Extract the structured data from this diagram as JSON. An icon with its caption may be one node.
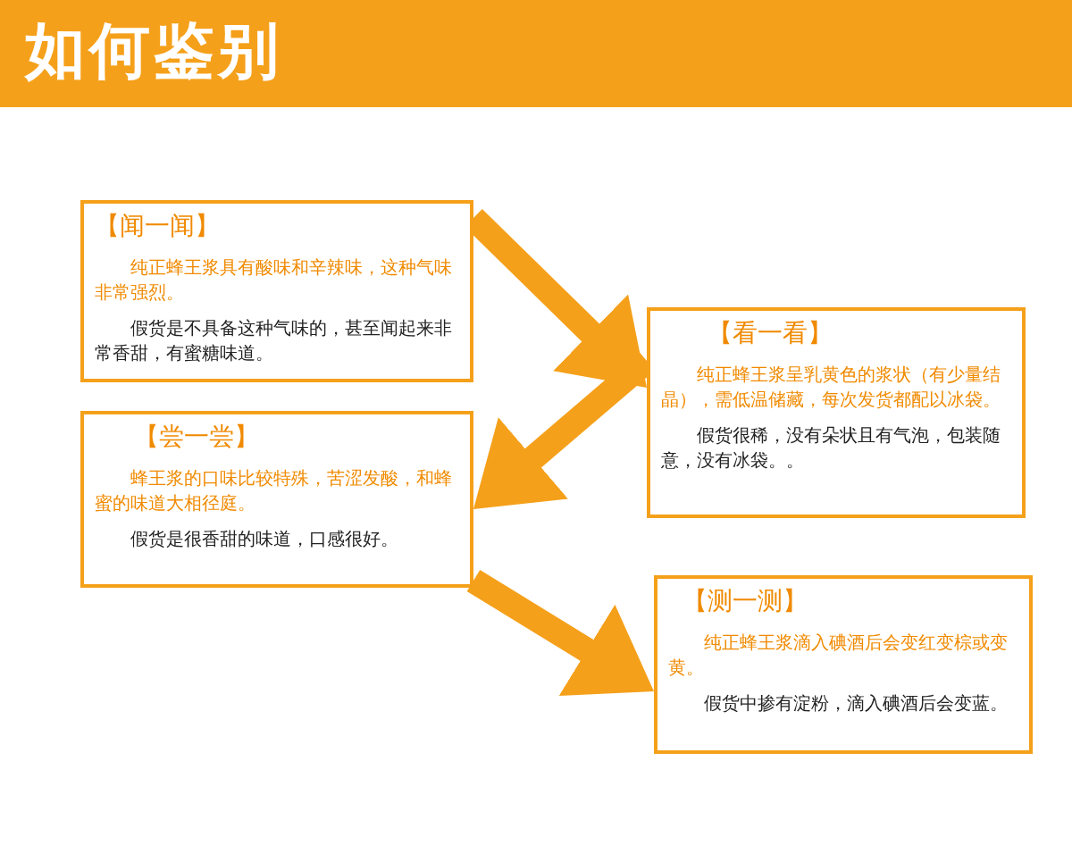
{
  "diagram": {
    "title": "如何鉴别",
    "nodes": [
      {
        "text": [
          "【闻一闻】",
          "纯正蜂王浆具有酸味和辛辣味，这种气味非常强烈。",
          "假货是不具备这种气味的，甚至闻起来非常香甜，有蜜糖味道。"
        ]
      },
      {
        "text": [
          "【看一看】",
          "纯正蜂王浆呈乳黄色的浆状（有少量结晶），需低温储藏，每次发货都配以冰袋。",
          "假货很稀，没有朵状且有气泡，包装随意，没有冰袋。。"
        ]
      },
      {
        "text": [
          "【尝一尝】",
          "蜂王浆的口味比较特殊，苦涩发酸，和蜂蜜的味道大相径庭。",
          "假货是很香甜的味道，口感很好。"
        ]
      },
      {
        "text": [
          "【测一测】",
          "纯正蜂王浆滴入碘酒后会变红变棕或变黄。",
          "假货中掺有淀粉，滴入碘酒后会变蓝。"
        ]
      }
    ],
    "edges": [
      {
        "from": 0,
        "to": 1,
        "arrow": "to"
      },
      {
        "from": 1,
        "to": 2,
        "arrow": "to"
      },
      {
        "from": 2,
        "to": 3,
        "arrow": "to"
      }
    ]
  }
}
